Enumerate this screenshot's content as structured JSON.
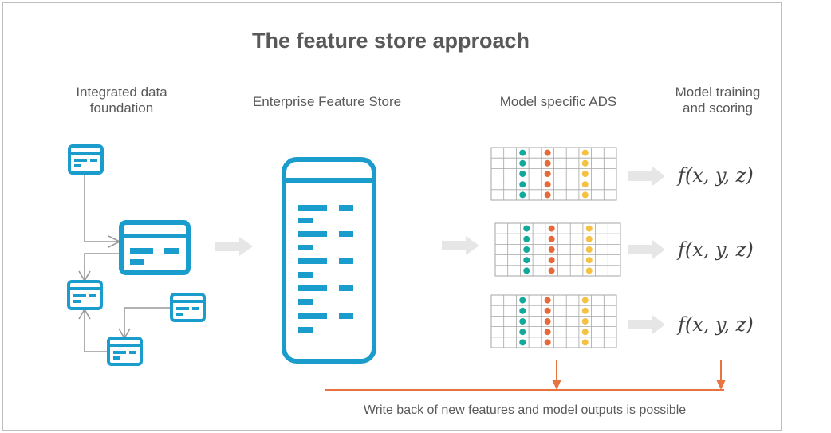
{
  "title": "The feature store approach",
  "headings": {
    "integrated_data_line1": "Integrated data",
    "integrated_data_line2": "foundation",
    "feature_store": "Enterprise Feature Store",
    "model_ads": "Model specific ADS",
    "model_training_line1": "Model training",
    "model_training_line2": "and scoring"
  },
  "formulas": [
    "f(x, y, z)",
    "f(x, y, z)",
    "f(x, y, z)"
  ],
  "footer": "Write back of new features and model outputs is possible",
  "icons": {
    "data_source": "database-table-icon",
    "feature_store": "feature-store-icon",
    "ads_table": "grid-table-icon",
    "flow_arrow": "arrow-right-icon",
    "write_back_arrow": "arrow-down-icon"
  },
  "colors": {
    "primary_blue": "#1a9ccc",
    "teal_dot": "#12a89c",
    "orange_dot": "#e6693a",
    "yellow_dot": "#f5c142",
    "write_back_line": "#e8733f",
    "flow_arrow": "#e6e6e6",
    "connector": "#9a9a9a",
    "grid_line": "#a6a6a6"
  }
}
